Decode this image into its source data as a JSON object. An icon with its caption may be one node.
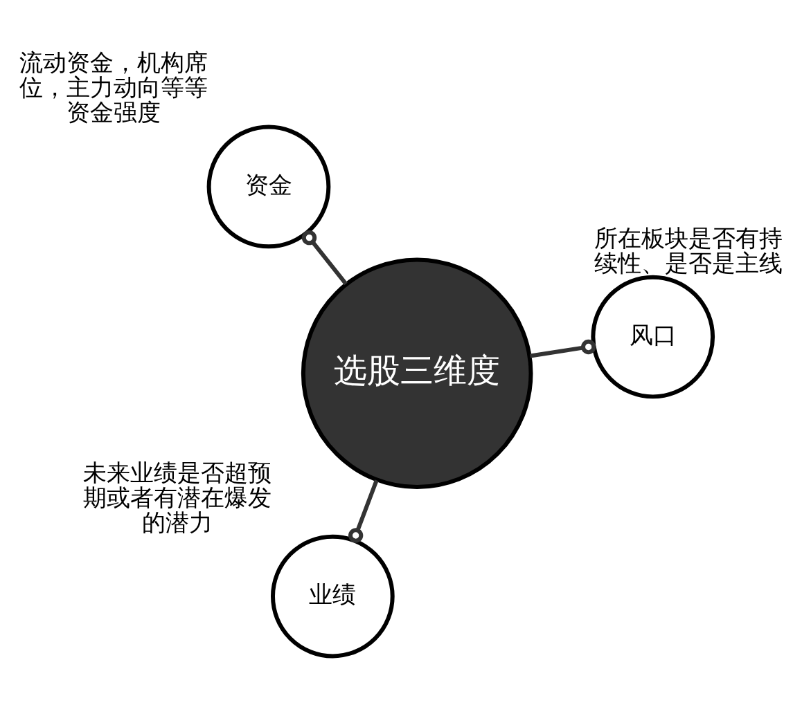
{
  "diagram": {
    "nodes": [
      {
        "text": [
          "选股三维度"
        ]
      },
      {
        "text": [
          "风口"
        ],
        "beside": [
          "所在板块是否有持续性、是否是主线"
        ]
      },
      {
        "text": [
          "业绩"
        ],
        "beside": [
          "未来业绩是否超预期或者有潜在爆发的潜力"
        ]
      },
      {
        "text": [
          "资金"
        ],
        "beside": [
          "流动资金，机构席位，主力动向等等资金强度"
        ]
      }
    ],
    "edges": [
      {
        "from": 0,
        "to": 1,
        "arrow": "other"
      },
      {
        "from": 0,
        "to": 2,
        "arrow": "other"
      },
      {
        "from": 0,
        "to": 3,
        "arrow": "other"
      }
    ]
  }
}
